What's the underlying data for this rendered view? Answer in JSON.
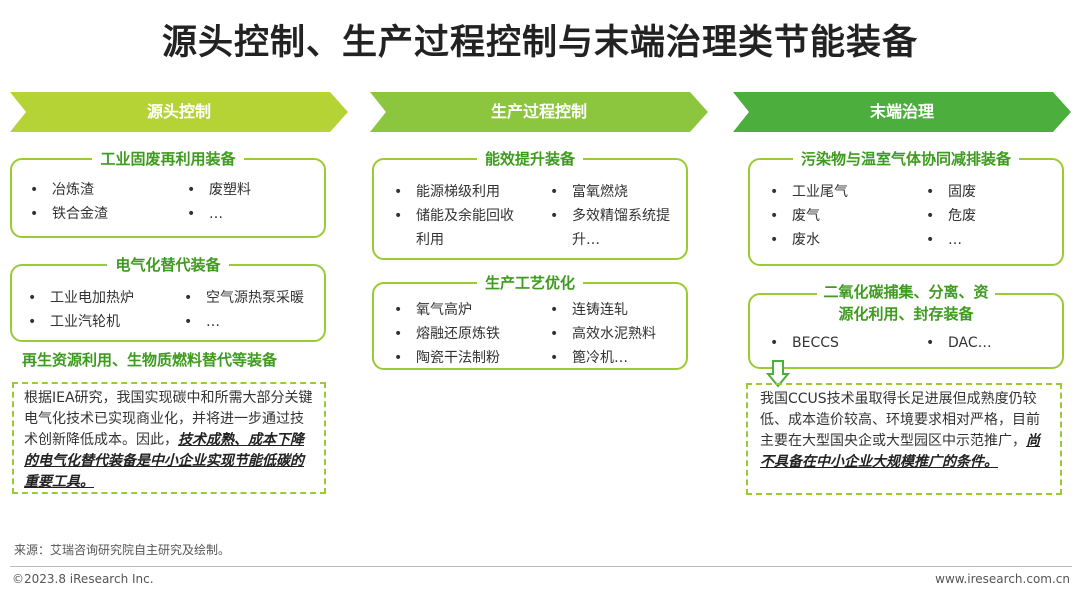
{
  "title": "源头控制、生产过程控制与末端治理类节能装备",
  "columns": [
    {
      "header": "源头控制",
      "color": "#b5d334"
    },
    {
      "header": "生产过程控制",
      "color": "#8cc63e"
    },
    {
      "header": "末端治理",
      "color": "#4caf3d"
    }
  ],
  "source_control": {
    "box1": {
      "title": "工业固废再利用装备",
      "items": [
        "冶炼渣",
        "废塑料",
        "铁合金渣",
        "…"
      ]
    },
    "box2": {
      "title": "电气化替代装备",
      "items": [
        "工业电加热炉",
        "空气源热泵采暖",
        "工业汽轮机",
        "…"
      ]
    },
    "extra_label": "再生资源利用、生物质燃料替代等装备",
    "note_plain": "根据IEA研究，我国实现碳中和所需大部分关键电气化技术已实现商业化，并将进一步通过技术创新降低成本。因此，",
    "note_bold": "技术成熟、成本下降的电气化替代装备是中小企业实现节能低碳的重要工具。"
  },
  "process_control": {
    "box1": {
      "title": "能效提升装备",
      "items": [
        "能源梯级利用",
        "富氧燃烧",
        "储能及余能回收利用",
        "多效精馏系统提升…"
      ]
    },
    "box2": {
      "title": "生产工艺优化",
      "items": [
        "氧气高炉",
        "连铸连轧",
        "熔融还原炼铁",
        "高效水泥熟料",
        "陶瓷干法制粉",
        "篦冷机…"
      ]
    }
  },
  "end_treatment": {
    "box1": {
      "title": "污染物与温室气体协同减排装备",
      "items": [
        "工业尾气",
        "固废",
        "废气",
        "危废",
        "废水",
        "…"
      ]
    },
    "box2": {
      "title_line1": "二氧化碳捕集、分离、资",
      "title_line2": "源化利用、封存装备",
      "items": [
        "BECCS",
        "DAC…"
      ]
    },
    "note_plain": "我国CCUS技术虽取得长足进展但成熟度仍较低、成本造价较高、环境要求相对严格，目前主要在大型国央企或大型园区中示范推广，",
    "note_bold": "尚不具备在中小企业大规模推广的条件。"
  },
  "footer": {
    "source": "来源：艾瑞咨询研究院自主研究及绘制。",
    "copyright": "©2023.8 iResearch Inc.",
    "website": "www.iresearch.com.cn"
  }
}
